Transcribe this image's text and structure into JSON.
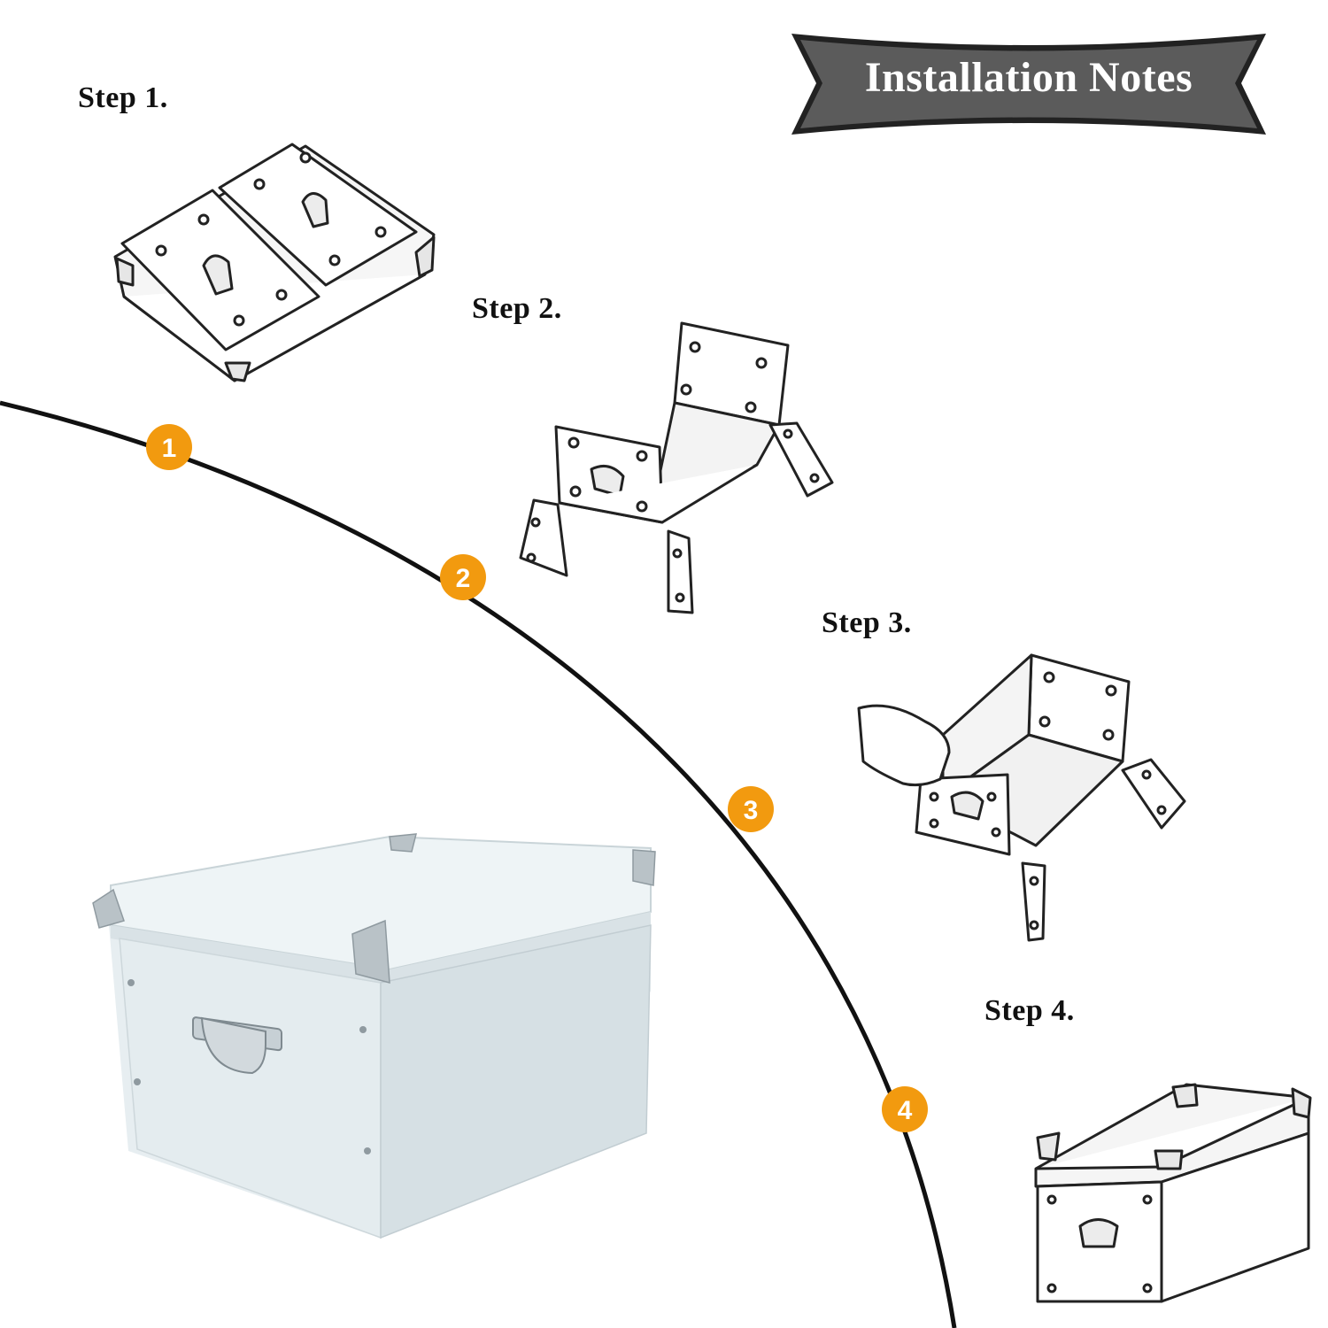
{
  "banner": {
    "title": "Installation Notes"
  },
  "steps": [
    {
      "label": "Step 1.",
      "marker": "1"
    },
    {
      "label": "Step 2.",
      "marker": "2"
    },
    {
      "label": "Step 3.",
      "marker": "3"
    },
    {
      "label": "Step 4.",
      "marker": "4"
    }
  ],
  "colors": {
    "banner_fill": "#5b5b5b",
    "banner_outline": "#222222",
    "marker_fill": "#f29a0f",
    "curve": "#111111",
    "box_body": "#e4ecef"
  }
}
